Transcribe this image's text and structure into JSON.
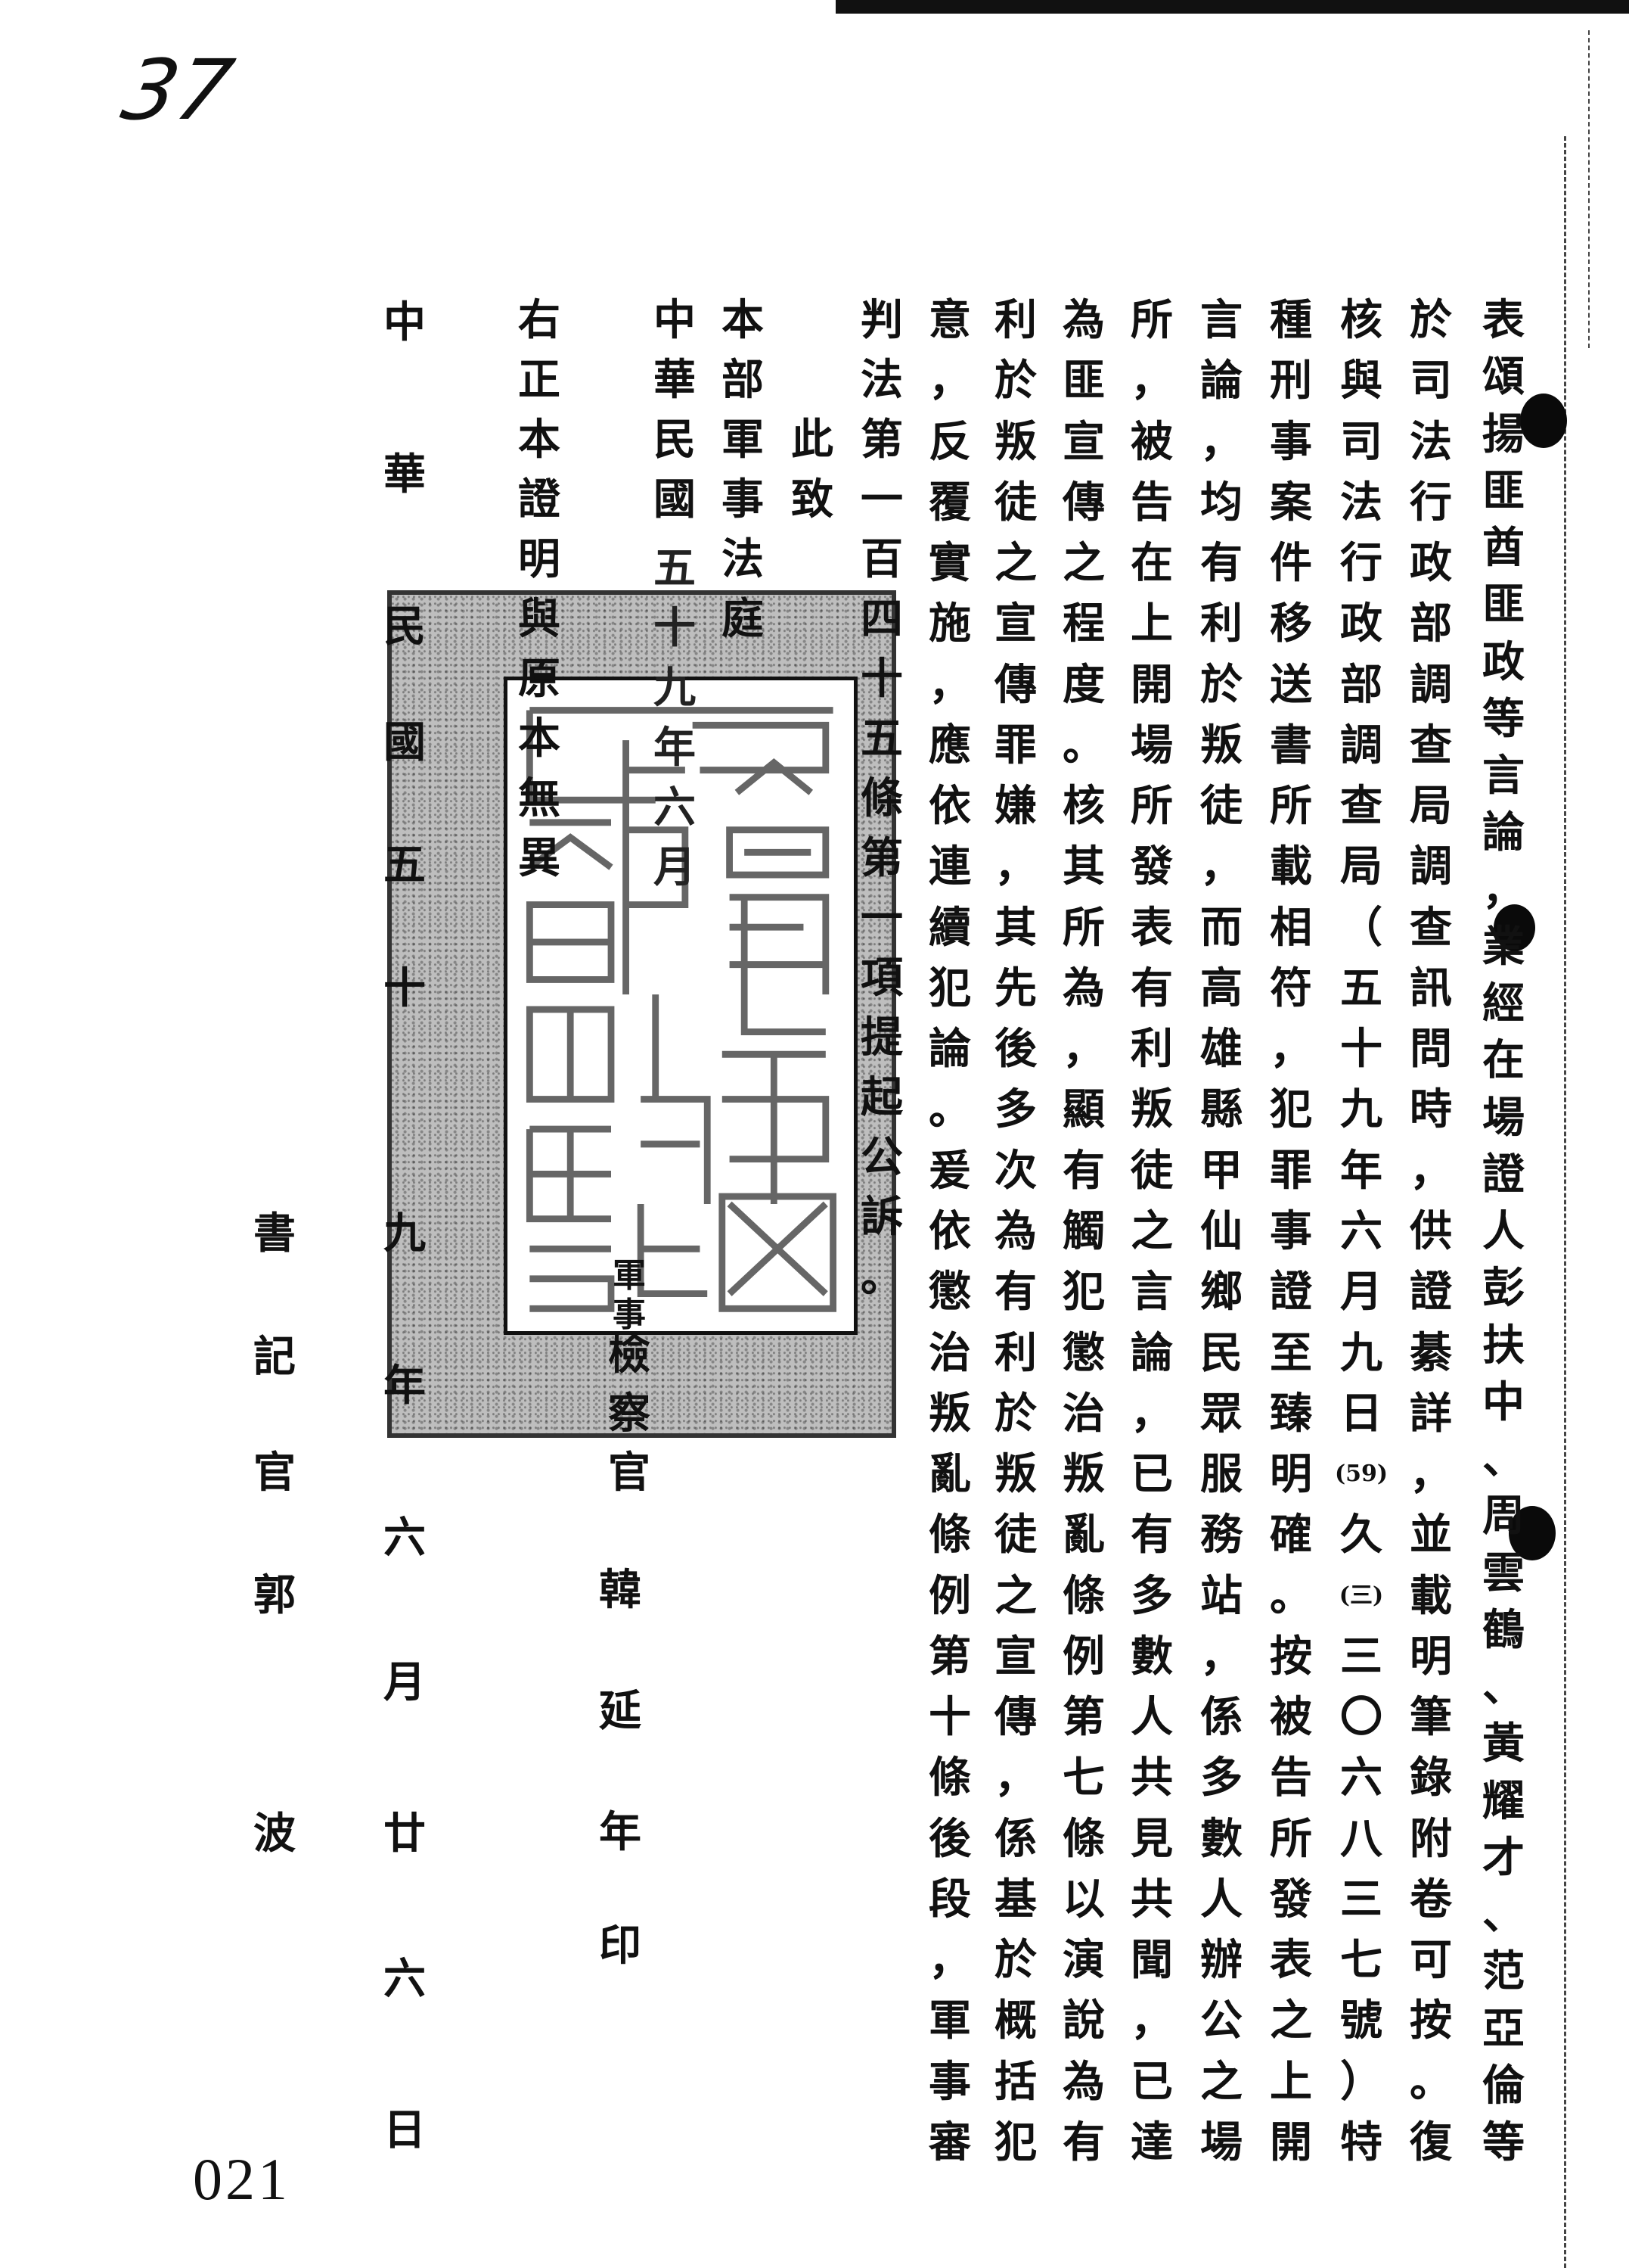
{
  "document": {
    "handwritten_page_number": "37",
    "archive_page_number": "021",
    "body_columns": [
      "表頌揚匪酋匪政等言論，業經在場證人彭扶中、周雲鶴、黃耀才、范亞倫等",
      "於司法行政部調查局調查訊問時，供證綦詳，並載明筆錄附卷可按。復",
      "核與司法行政部調查局（五十九年六月九日(59)久(三)三〇六八三七號）特",
      "種刑事案件移送書所載相符，犯罪事證至臻明確。按被告所發表之上開",
      "言論，均有利於叛徒，而高雄縣甲仙鄉民眾服務站，係多數人辦公之場",
      "所，被告在上開場所發表有利叛徒之言論，已有多數人共見共聞，已達",
      "為匪宣傳之程度。核其所為，顯有觸犯懲治叛亂條例第七條以演說為有",
      "利於叛徒之宣傳罪嫌，其先後多次為有利於叛徒之宣傳，係基於概括犯",
      "意，反覆實施，應依連續犯論。爰依懲治叛亂條例第十條後段，軍事審"
    ],
    "closing_line": "判法第一百四十五條第一項提起公訴。",
    "salutation": "此致",
    "addressee": "本部軍事法庭",
    "indictment_date": {
      "prefix": "中華民國",
      "date": "五十九年六月",
      "signer_title": "軍事檢察官",
      "signer_name": "韓延年",
      "seal_mark": "印"
    },
    "certification": "右正本證明與原本無異",
    "certification_date": "中華民國五十九年六月廿六日",
    "clerk": "書記官郭波",
    "colors": {
      "ink": "#111111",
      "seal_gray": "#505050"
    }
  }
}
